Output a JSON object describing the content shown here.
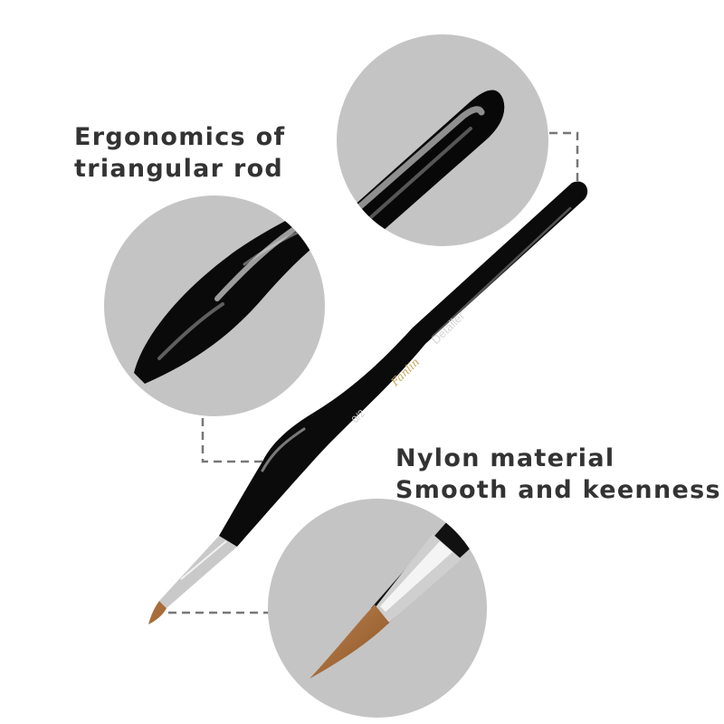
{
  "features": {
    "handle": {
      "line1": "Ergonomics of",
      "line2": "triangular rod"
    },
    "bristle": {
      "line1": "Nylon material",
      "line2": "Smooth and keenness"
    }
  },
  "brush": {
    "brand_script": "Fanlin",
    "model_label": "Detailer",
    "size_label": "0/2"
  },
  "colors": {
    "caption_text": "#333333",
    "detail_circle": "#c4c4c4",
    "leader_line": "#777777",
    "handle": "#0b0b0b",
    "ferrule": "#c9c9c9",
    "bristle": "#a86d3a",
    "handle_print": "#c8a65a"
  },
  "icons": [
    "end-cap-detail",
    "grip-detail",
    "bristle-detail"
  ]
}
